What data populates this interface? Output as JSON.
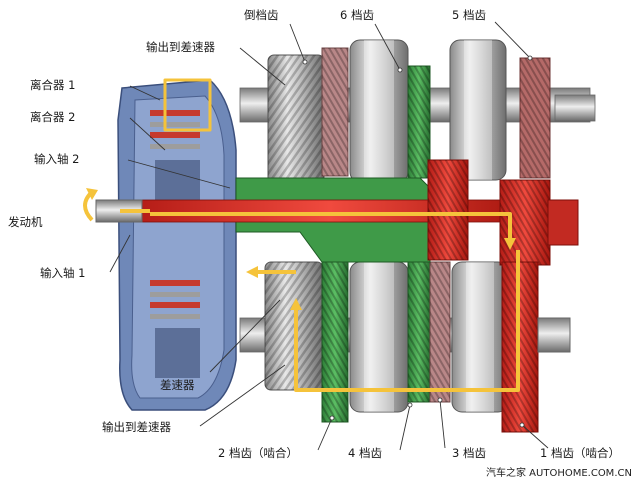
{
  "labels": {
    "reverse_gear": "倒档齿",
    "gear6": "6 档齿",
    "gear5": "5 档齿",
    "output_top": "输出到差速器",
    "clutch1": "离合器 1",
    "clutch2": "离合器 2",
    "input_shaft2": "输入轴 2",
    "engine": "发动机",
    "input_shaft1": "输入轴 1",
    "differential": "差速器",
    "output_bottom": "输出到差速器",
    "gear2": "2 档齿（啮合）",
    "gear4": "4 档齿",
    "gear3": "3 档齿",
    "gear1": "1 档齿（啮合）"
  },
  "watermark": "汽车之家 AUTOHOME.COM.CN",
  "colors": {
    "engaged_path": "#e8322a",
    "flow_arrow": "#f5c33b",
    "green_part": "#3f9a48",
    "housing_blue": "#6f88b8",
    "gear_grey": "#a9a9a9"
  }
}
